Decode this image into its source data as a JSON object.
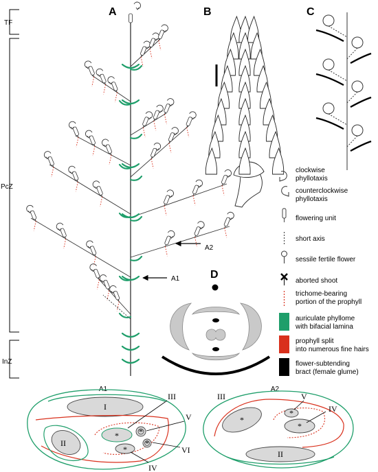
{
  "panels": {
    "a": "A",
    "b": "B",
    "c": "C",
    "d": "D"
  },
  "zones": {
    "tf": "TF",
    "pcz": "PcZ",
    "inz": "InZ"
  },
  "pointers": {
    "a1": "A1",
    "a2": "A2"
  },
  "legend": {
    "clockwise": [
      "clockwise",
      "phyllotaxis"
    ],
    "counterclockwise": [
      "counterclockwise",
      "phyllotaxis"
    ],
    "flowering_unit": "flowering unit",
    "short_axis": "short axis",
    "sessile_flower": "sessile fertile flower",
    "aborted_shoot": "aborted shoot",
    "trichome": [
      "trichome-bearing",
      "portion of the prophyll"
    ],
    "auriculate": [
      "auriculate phyllome",
      "with bifacial lamina"
    ],
    "prophyll_split": [
      "prophyll split",
      "into numerous fine hairs"
    ],
    "bract": [
      "flower-subtending",
      "bract (female glume)"
    ]
  },
  "colors": {
    "green": "#1e9e6a",
    "red": "#d9301c",
    "black": "#000000",
    "grey": "#cfcfcf",
    "outline": "#333333"
  },
  "diagram_a1": {
    "title": "A1",
    "labels": [
      "I",
      "II",
      "III",
      "IV",
      "V",
      "VI"
    ],
    "flower_mark": "*"
  },
  "diagram_a2": {
    "title": "A2",
    "labels": [
      "II",
      "III",
      "IV",
      "V"
    ],
    "flower_mark": "*"
  }
}
